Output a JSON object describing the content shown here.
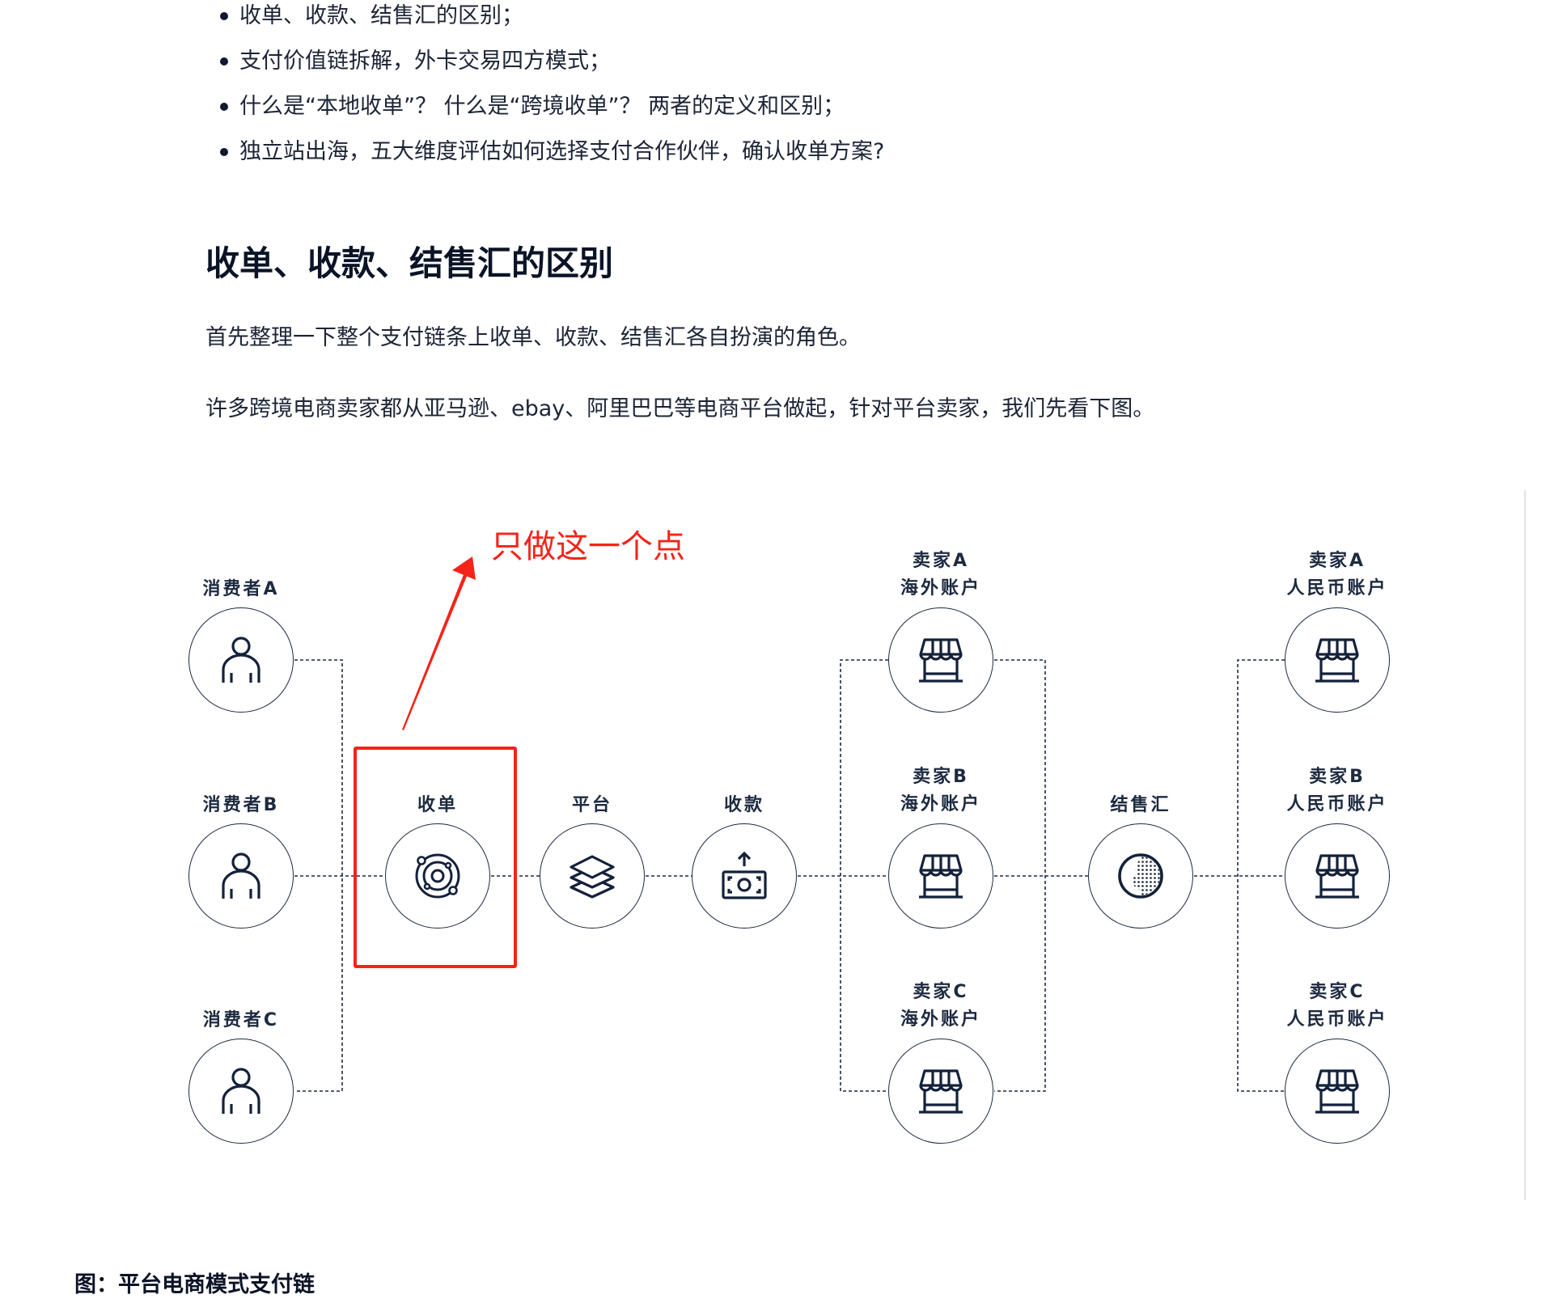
{
  "intro_list": {
    "items": [
      "收单、收款、结售汇的区别；",
      "支付价值链拆解，外卡交易四方模式；",
      "什么是“本地收单”？ 什么是“跨境收单”？ 两者的定义和区别；",
      "独立站出海，五大维度评估如何选择支付合作伙伴，确认收单方案?"
    ]
  },
  "section": {
    "heading": "收单、收款、结售汇的区别",
    "paragraphs": [
      "首先整理一下整个支付链条上收单、收款、结售汇各自扮演的角色。",
      "许多跨境电商卖家都从亚马逊、ebay、阿里巴巴等电商平台做起，针对平台卖家，我们先看下图。"
    ]
  },
  "diagram": {
    "annotation": {
      "text": "只做这一个点",
      "color": "#f5231a"
    },
    "consumers": [
      {
        "label": "消费者A",
        "icon": "person-icon"
      },
      {
        "label": "消费者B",
        "icon": "person-icon"
      },
      {
        "label": "消费者C",
        "icon": "person-icon"
      }
    ],
    "acquiring": {
      "label": "收单",
      "icon": "orbit-icon"
    },
    "platform": {
      "label": "平台",
      "icon": "layers-icon"
    },
    "collection": {
      "label": "收款",
      "icon": "money-upload-icon"
    },
    "overseas_accounts": [
      {
        "line1": "卖家A",
        "line2": "海外账户",
        "icon": "storefront-icon"
      },
      {
        "line1": "卖家B",
        "line2": "海外账户",
        "icon": "storefront-icon"
      },
      {
        "line1": "卖家C",
        "line2": "海外账户",
        "icon": "storefront-icon"
      }
    ],
    "fx_settlement": {
      "label": "结售汇",
      "icon": "dotted-sphere-icon"
    },
    "rmb_accounts": [
      {
        "line1": "卖家A",
        "line2": "人民币账户",
        "icon": "storefront-icon"
      },
      {
        "line1": "卖家B",
        "line2": "人民币账户",
        "icon": "storefront-icon"
      },
      {
        "line1": "卖家C",
        "line2": "人民币账户",
        "icon": "storefront-icon"
      }
    ],
    "line_color": "#1d2a40"
  },
  "caption": "图：平台电商模式支付链"
}
